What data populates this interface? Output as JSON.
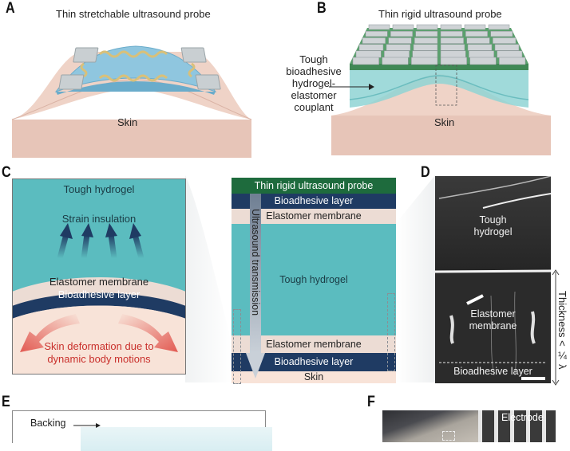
{
  "figure": {
    "panels": {
      "A": {
        "letter": "A",
        "title": "Thin stretchable ultrasound probe",
        "skin_label": "Skin"
      },
      "B": {
        "letter": "B",
        "title": "Thin rigid ultrasound probe",
        "skin_label": "Skin",
        "couplant_label_lines": [
          "Tough",
          "bioadhesive",
          "hydrogel-",
          "elastomer",
          "couplant"
        ]
      },
      "C": {
        "letter": "C",
        "left": {
          "tough_hydrogel": "Tough hydrogel",
          "strain_insulation": "Strain insulation",
          "elastomer_membrane": "Elastomer membrane",
          "bioadhesive_layer": "Bioadhesive layer",
          "skin_deformation_lines": [
            "Skin deformation due to",
            "dynamic body motions"
          ]
        },
        "stack": {
          "probe": "Thin rigid ultrasound probe",
          "bioadhesive_top": "Bioadhesive layer",
          "elastomer_top": "Elastomer membrane",
          "tough_hydrogel": "Tough hydrogel",
          "ultrasound_transmission": "Ultrasound transmission",
          "elastomer_bottom": "Elastomer membrane",
          "bioadhesive_bottom": "Bioadhesive layer",
          "skin": "Skin"
        }
      },
      "D": {
        "letter": "D",
        "tough_hydrogel_lines": [
          "Tough",
          "hydrogel"
        ],
        "elastomer_lines": [
          "Elastomer",
          "membrane"
        ],
        "bioadhesive": "Bioadhesive layer",
        "thickness": "Thickness < ¼ λ"
      },
      "E": {
        "letter": "E",
        "backing": "Backing"
      },
      "F": {
        "letter": "F",
        "electrode": "Electrode"
      }
    },
    "colors": {
      "skin": "#e9c9bd",
      "skin_light": "#f7e2d8",
      "hydrogel": "#5bbcbf",
      "probe_green": "#1e6b3d",
      "bioadhesive_navy": "#1f3b63",
      "elastomer": "#ecdcd4",
      "deformation_red": "#d9453f",
      "stretchable_blue": "#8fc6df"
    }
  }
}
